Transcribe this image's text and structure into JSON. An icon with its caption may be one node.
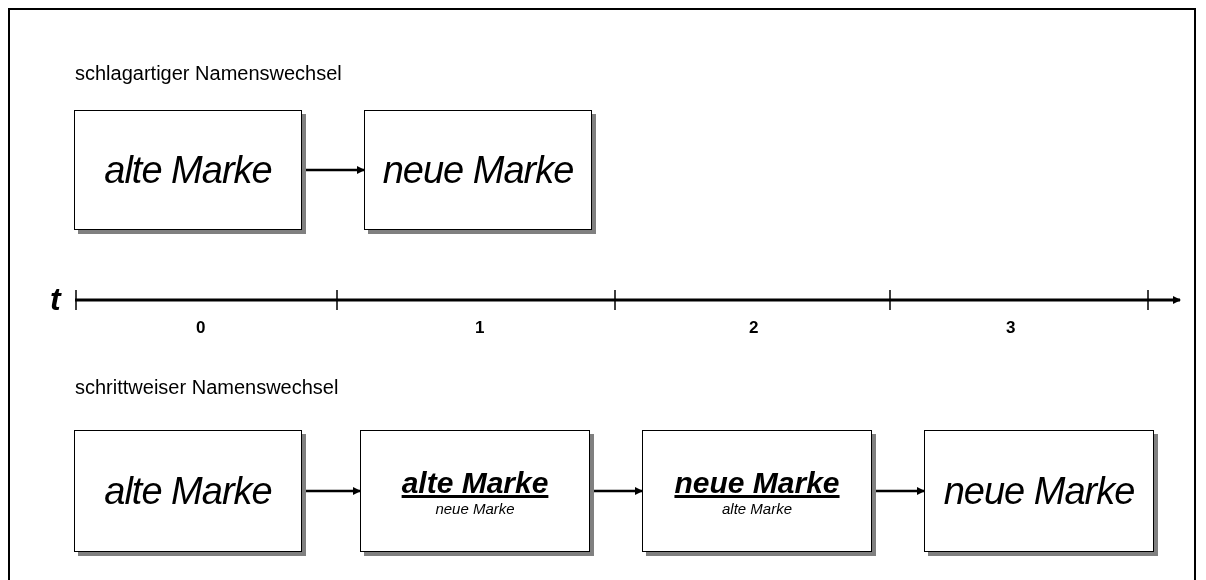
{
  "diagram": {
    "nodes": [
      {
        "text": [
          "alte Marke"
        ]
      },
      {
        "text": [
          "neue Marke"
        ]
      },
      {
        "text": [
          "alte Marke"
        ]
      },
      {
        "text": [
          "alte Marke",
          "neue Marke"
        ]
      },
      {
        "text": [
          "neue Marke",
          "alte Marke"
        ]
      },
      {
        "text": [
          "neue Marke"
        ]
      }
    ],
    "edges": [
      {
        "from": 0,
        "to": 1,
        "arrow": "to"
      },
      {
        "from": 2,
        "to": 3,
        "arrow": "to"
      },
      {
        "from": 3,
        "to": 4,
        "arrow": "to"
      },
      {
        "from": 4,
        "to": 5,
        "arrow": "to"
      }
    ],
    "labels": [
      "schlagartiger Namenswechsel",
      "t",
      "0",
      "1",
      "2",
      "3",
      "schrittweiser Namenswechsel"
    ]
  }
}
